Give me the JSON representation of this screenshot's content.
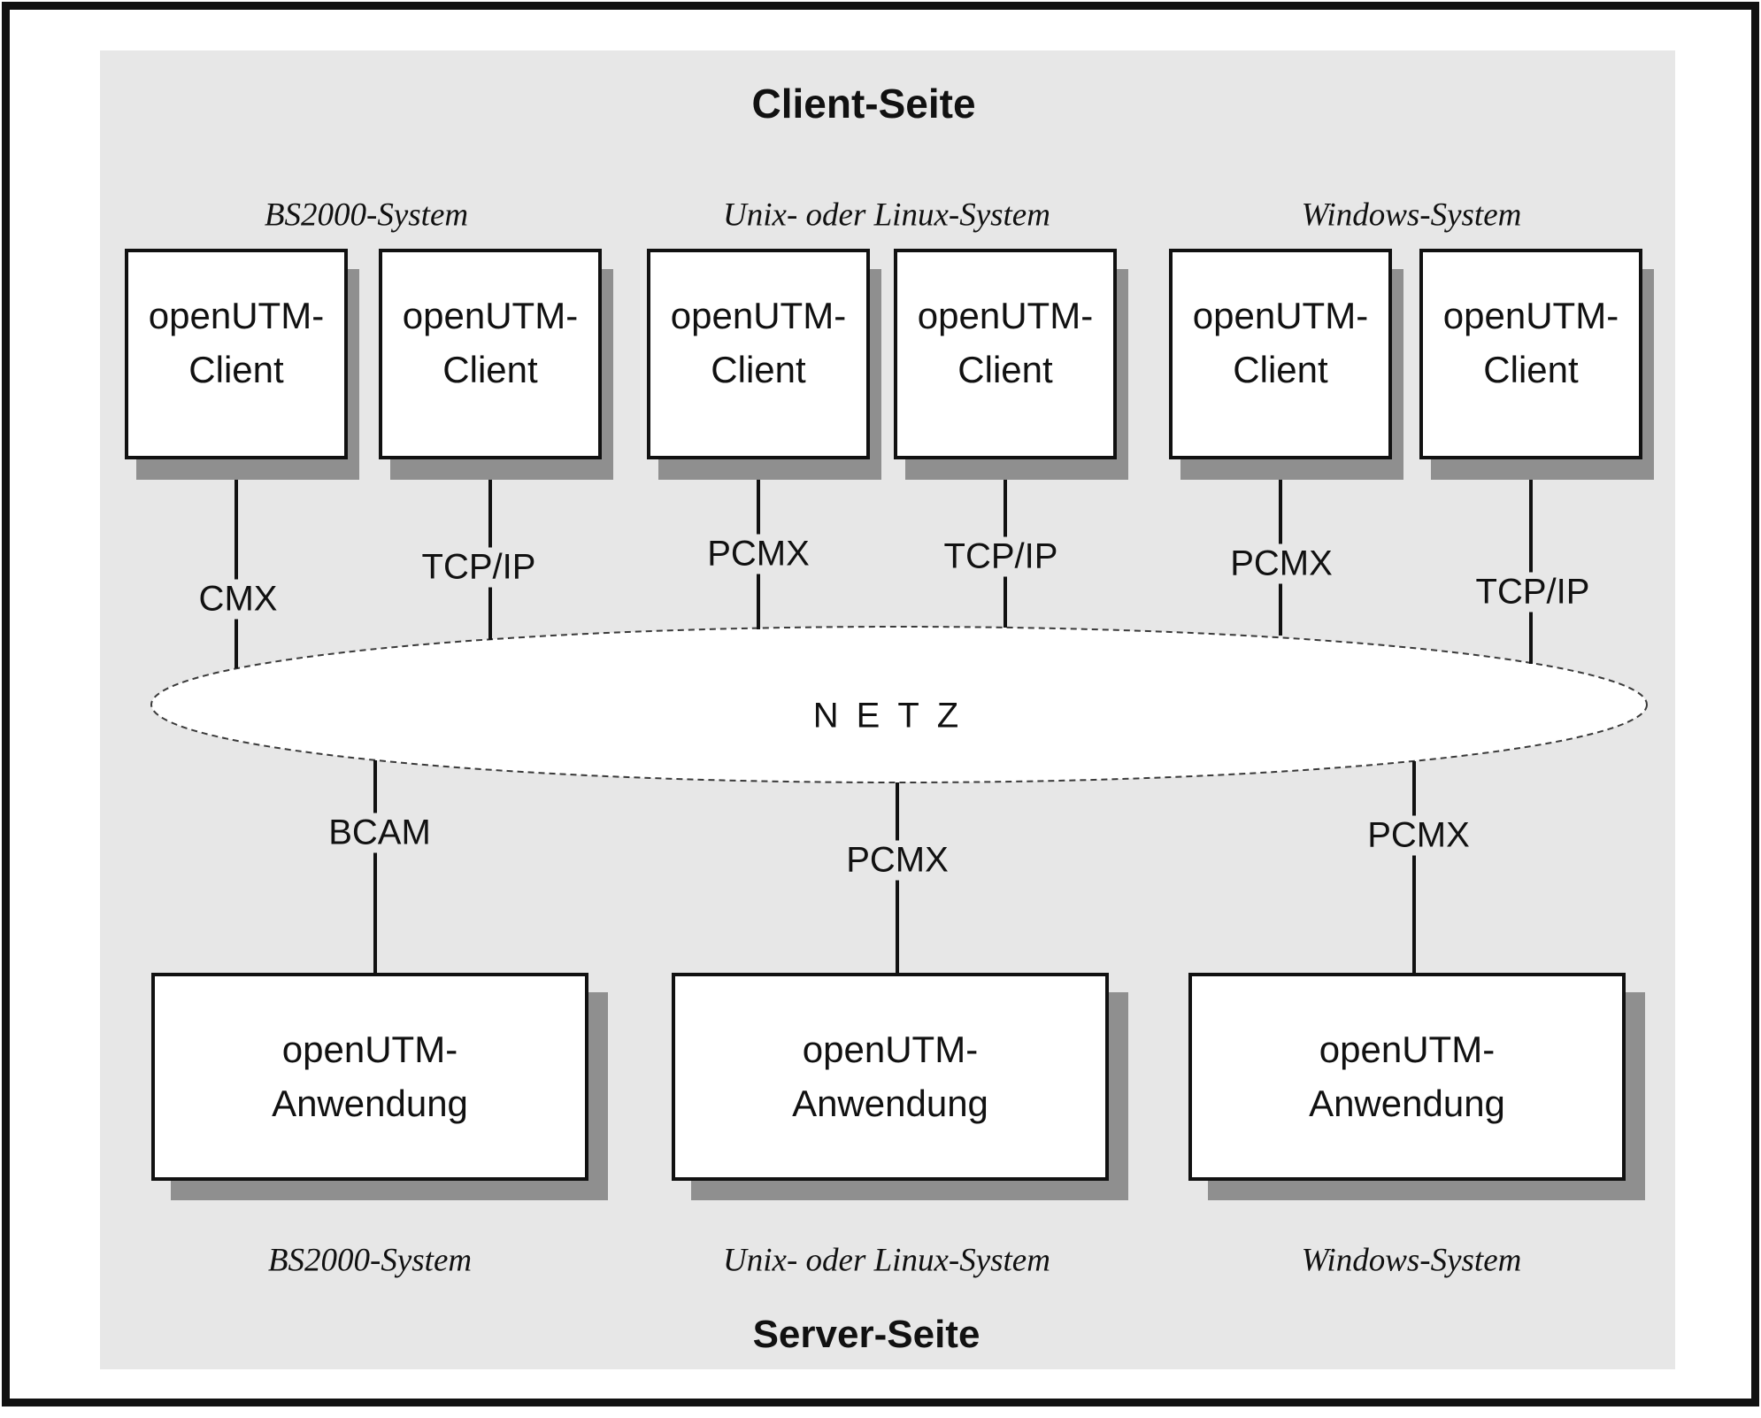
{
  "header": {
    "client_title": "Client-Seite",
    "server_title": "Server-Seite"
  },
  "systems_top": [
    {
      "label": "BS2000-System"
    },
    {
      "label": "Unix- oder Linux-System"
    },
    {
      "label": "Windows-System"
    }
  ],
  "systems_bottom": [
    {
      "label": "BS2000-System"
    },
    {
      "label": "Unix- oder Linux-System"
    },
    {
      "label": "Windows-System"
    }
  ],
  "client_boxes": [
    {
      "line1": "openUTM-",
      "line2": "Client"
    },
    {
      "line1": "openUTM-",
      "line2": "Client"
    },
    {
      "line1": "openUTM-",
      "line2": "Client"
    },
    {
      "line1": "openUTM-",
      "line2": "Client"
    },
    {
      "line1": "openUTM-",
      "line2": "Client"
    },
    {
      "line1": "openUTM-",
      "line2": "Client"
    }
  ],
  "client_links": [
    {
      "label": "CMX"
    },
    {
      "label": "TCP/IP"
    },
    {
      "label": "PCMX"
    },
    {
      "label": "TCP/IP"
    },
    {
      "label": "PCMX"
    },
    {
      "label": "TCP/IP"
    }
  ],
  "network": {
    "label": "NETZ"
  },
  "server_links": [
    {
      "label": "BCAM"
    },
    {
      "label": "PCMX"
    },
    {
      "label": "PCMX"
    }
  ],
  "server_boxes": [
    {
      "line1": "openUTM-",
      "line2": "Anwendung"
    },
    {
      "line1": "openUTM-",
      "line2": "Anwendung"
    },
    {
      "line1": "openUTM-",
      "line2": "Anwendung"
    }
  ],
  "colors": {
    "panel_bg": "#e7e7e7",
    "box_fill": "#ffffff",
    "box_border": "#111111",
    "shadow": "#8f8f8f",
    "line": "#111111",
    "text": "#111111"
  }
}
